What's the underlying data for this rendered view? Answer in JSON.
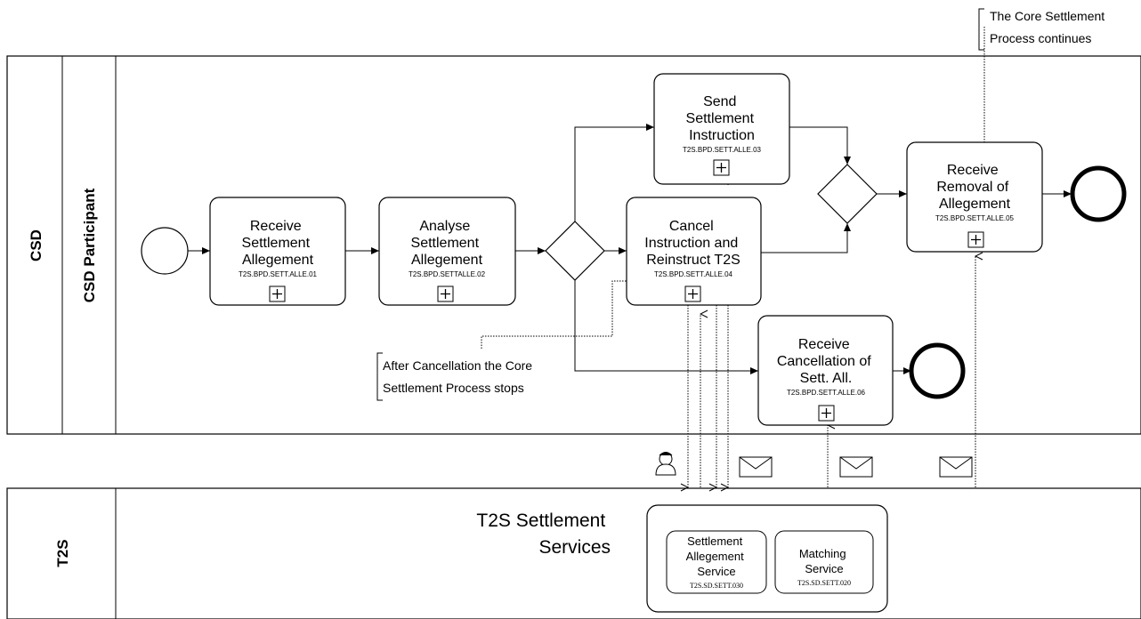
{
  "pools": {
    "csd": {
      "label": "CSD",
      "lane": "CSD Participant"
    },
    "t2s": {
      "label": "T2S"
    }
  },
  "tasks": {
    "receive_allegement": {
      "lines": [
        "Receive",
        "Settlement",
        "Allegement"
      ],
      "code": "T2S.BPD.SETT.ALLE.01"
    },
    "analyse_allegement": {
      "lines": [
        "Analyse",
        "Settlement",
        "Allegement"
      ],
      "code": "T2S.BPD.SETTALLE.02"
    },
    "send_instruction": {
      "lines": [
        "Send",
        "Settlement",
        "Instruction"
      ],
      "code": "T2S.BPD.SETT.ALLE.03"
    },
    "cancel_instruction": {
      "lines": [
        "Cancel",
        "Instruction and",
        "Reinstruct T2S"
      ],
      "code": "T2S.BPD.SETT.ALLE.04"
    },
    "receive_removal": {
      "lines": [
        "Receive",
        "Removal of",
        "Allegement"
      ],
      "code": "T2S.BPD.SETT.ALLE.05"
    },
    "receive_cancellation": {
      "lines": [
        "Receive",
        "Cancellation of",
        "Sett. All."
      ],
      "code": "T2S.BPD.SETT.ALLE.06"
    }
  },
  "annotations": {
    "core_continues": [
      "The Core Settlement",
      "Process continues"
    ],
    "core_stops": [
      "After Cancellation the Core",
      "Settlement Process stops"
    ]
  },
  "t2s_services": {
    "title": [
      "T2S Settlement",
      "Services"
    ],
    "allegement_service": {
      "lines": [
        "Settlement",
        "Allegement",
        "Service"
      ],
      "code": "T2S.SD.SETT.030"
    },
    "matching_service": {
      "lines": [
        "Matching",
        "Service"
      ],
      "code": "T2S.SD.SETT.020"
    }
  },
  "icons": {
    "subprocess_marker": "plus-box-icon",
    "message": "envelope-icon",
    "user": "user-icon"
  },
  "colors": {
    "stroke": "#000000",
    "background": "#ffffff"
  }
}
